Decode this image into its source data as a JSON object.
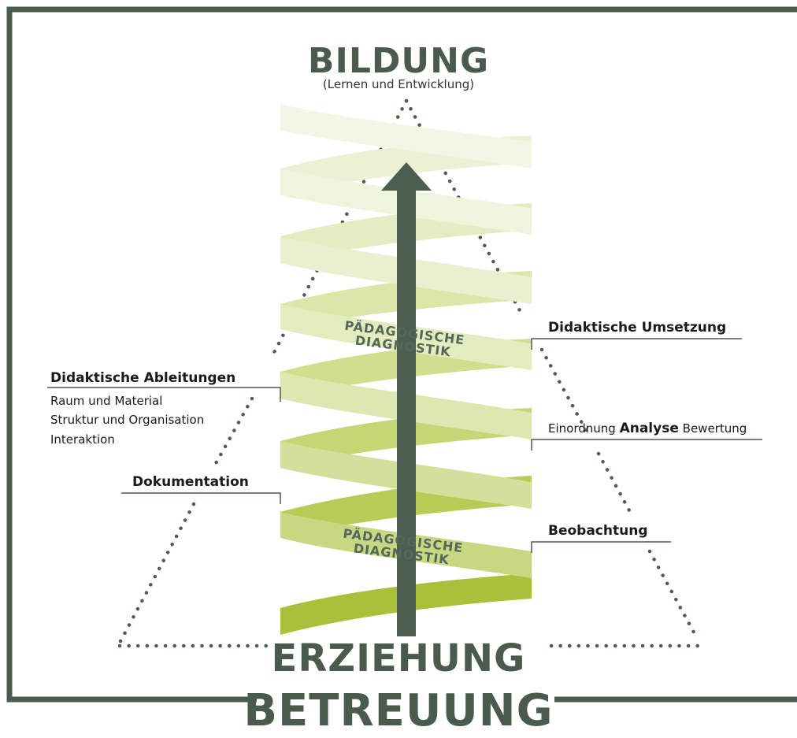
{
  "title": {
    "main": "BILDUNG",
    "sub": "(Lernen und Entwicklung)"
  },
  "spiral_labels": [
    {
      "line1": "PÄDAGOGISCHE",
      "line2": "DIAGNOSTIK"
    },
    {
      "line1": "PÄDAGOGISCHE",
      "line2": "DIAGNOSTIK"
    }
  ],
  "right": {
    "umsetzung": "Didaktische Umsetzung",
    "analyse_pre": "Einordnung",
    "analyse_bold": "Analyse",
    "analyse_post": "Bewertung",
    "beobachtung": "Beobachtung"
  },
  "left": {
    "ableitungen": "Didaktische Ableitungen",
    "items": [
      "Raum und Material",
      "Struktur und Organisation",
      "Interaktion"
    ],
    "dokumentation": "Dokumentation"
  },
  "bottom": {
    "erziehung": "ERZIEHUNG",
    "betreuung": "BETREUUNG"
  },
  "colors": {
    "frame": "#4a5a4c",
    "arrow": "#4d5d50",
    "title": "#4a5a4c",
    "ribbon_light": "#eef3dd",
    "ribbon_dark": "#a9c13a"
  }
}
